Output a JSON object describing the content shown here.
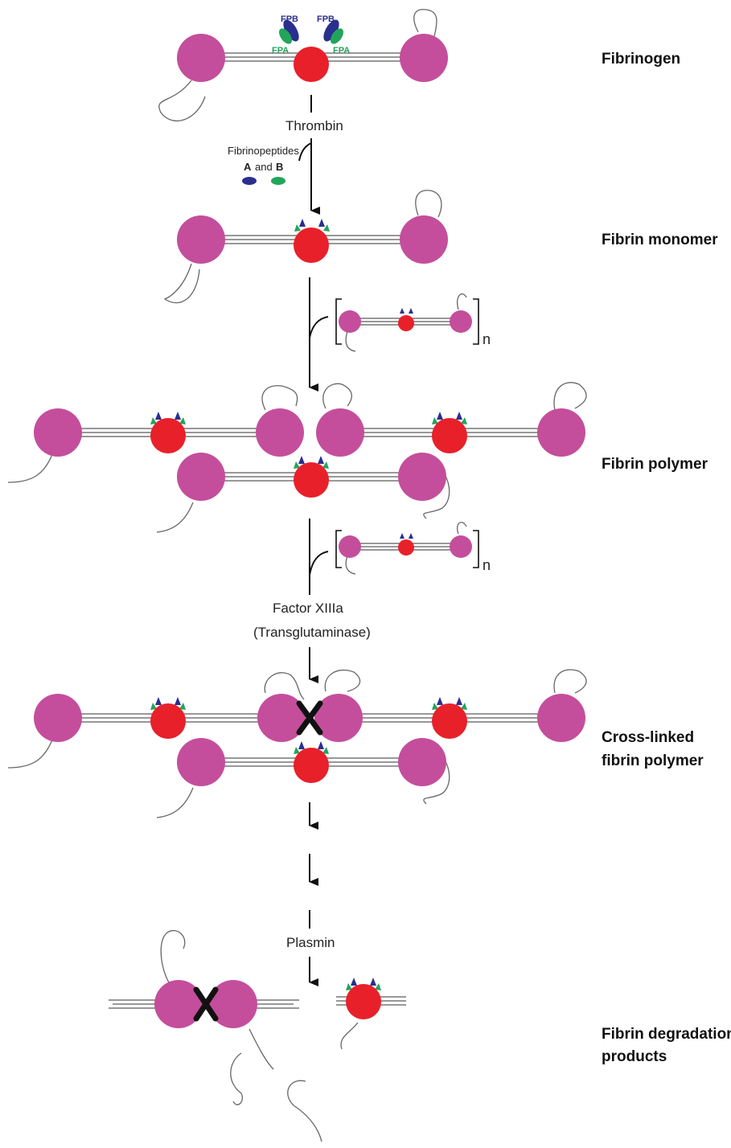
{
  "stages": {
    "fibrinogen": "Fibrinogen",
    "monomer": "Fibrin monomer",
    "polymer": "Fibrin  polymer",
    "crosslinked_line1": "Cross-linked",
    "crosslinked_line2": "fibrin polymer",
    "degradation_line1": "Fibrin degradation",
    "degradation_line2": "products"
  },
  "enzymes": {
    "thrombin": "Thrombin",
    "factor_line1": "Factor XIIIa",
    "factor_line2": "(Transglutaminase)",
    "plasmin": "Plasmin"
  },
  "peptides": {
    "fpb_left": "FPB",
    "fpb_right": "FPB",
    "fpa_left": "FPA",
    "fpa_right": "FPA",
    "released_title": "Fibrinopeptides",
    "released_a": "A",
    "released_and": "and",
    "released_b": "B"
  },
  "repeat_subscript_1": "n",
  "repeat_subscript_2": "n",
  "colors": {
    "d_domain": "#c44e9c",
    "e_domain": "#e8202a",
    "fpb": "#2a2f8f",
    "fpa": "#22a55a",
    "crosslink": "#111111"
  }
}
